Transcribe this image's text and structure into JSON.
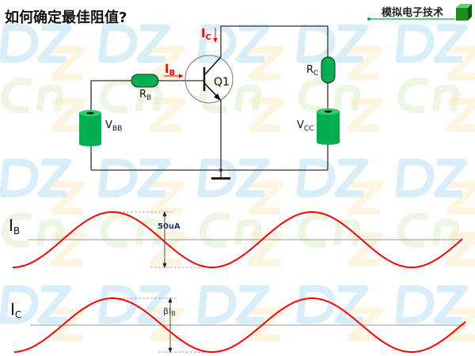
{
  "header": {
    "title": "如何确定最佳阻值?",
    "brand": "模拟电子技术"
  },
  "watermark": {
    "text_a": "DZ",
    "text_b": "Cn",
    "text_c": "Z"
  },
  "circuit": {
    "transistor": "Q1",
    "rb": {
      "main": "R",
      "sub": "B"
    },
    "rc": {
      "main": "R",
      "sub": "C"
    },
    "vbb": {
      "main": "V",
      "sub": "BB"
    },
    "vcc": {
      "main": "V",
      "sub": "CC"
    },
    "ib": {
      "main": "I",
      "sub": "B"
    },
    "ic": {
      "main": "I",
      "sub": "C"
    }
  },
  "waves": {
    "ib": {
      "main": "I",
      "sub": "B",
      "amplitude_label": "50uA"
    },
    "ic": {
      "main": "I",
      "sub": "C",
      "amplitude_label_main": "βI",
      "amplitude_label_sub": "B"
    },
    "cycles_shown": 2.3
  },
  "colors": {
    "accent": "#00b050",
    "current": "#ff0000",
    "label": "#1f3864"
  }
}
